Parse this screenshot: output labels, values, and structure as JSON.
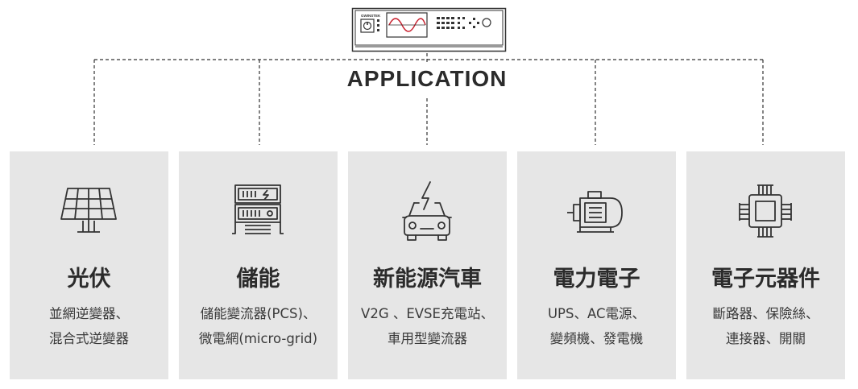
{
  "device": {
    "brand_text": "GWINSTEK"
  },
  "header": {
    "title": "APPLICATION"
  },
  "cards": [
    {
      "icon": "solar-panel-icon",
      "title": "光伏",
      "lines": [
        "並網逆變器、",
        "混合式逆變器"
      ]
    },
    {
      "icon": "energy-storage-rack-icon",
      "title": "儲能",
      "lines": [
        "儲能變流器(PCS)、",
        "微電網(micro-grid)"
      ]
    },
    {
      "icon": "electric-car-icon",
      "title": "新能源汽車",
      "lines": [
        "V2G 、EVSE充電站、",
        "車用型變流器"
      ]
    },
    {
      "icon": "electric-motor-icon",
      "title": "電力電子",
      "lines": [
        "UPS、AC電源、",
        "變頻機、發電機"
      ]
    },
    {
      "icon": "microchip-icon",
      "title": "電子元器件",
      "lines": [
        "斷路器、保險絲、",
        "連接器、開關"
      ]
    }
  ]
}
